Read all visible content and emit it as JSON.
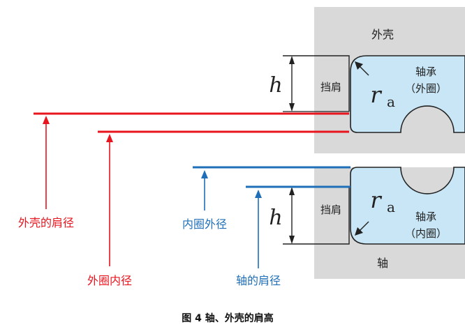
{
  "labels": {
    "housing": "外壳",
    "shaft": "轴",
    "shoulder_top": "挡肩",
    "shoulder_bottom": "挡肩",
    "bearing_outer_line1": "轴承",
    "bearing_outer_line2": "（外圈）",
    "bearing_inner_line1": "轴承",
    "bearing_inner_line2": "（内圈）",
    "h_top": "h",
    "h_bottom": "h",
    "ra_top_main": "r",
    "ra_top_sub": "a",
    "ra_bottom_main": "r",
    "ra_bottom_sub": "a",
    "housing_shoulder_dia": "外壳的肩径",
    "outer_ring_bore": "外圈内径",
    "inner_ring_od": "内圈外径",
    "shaft_shoulder_dia": "轴的肩径",
    "caption": "图 4  轴、外壳的肩高"
  },
  "colors": {
    "red": "#e8141e",
    "blue": "#1f6fb8",
    "housing_gray": "#d9d9d9",
    "bearing_fill": "#c8e6f5",
    "outline": "#222222"
  }
}
